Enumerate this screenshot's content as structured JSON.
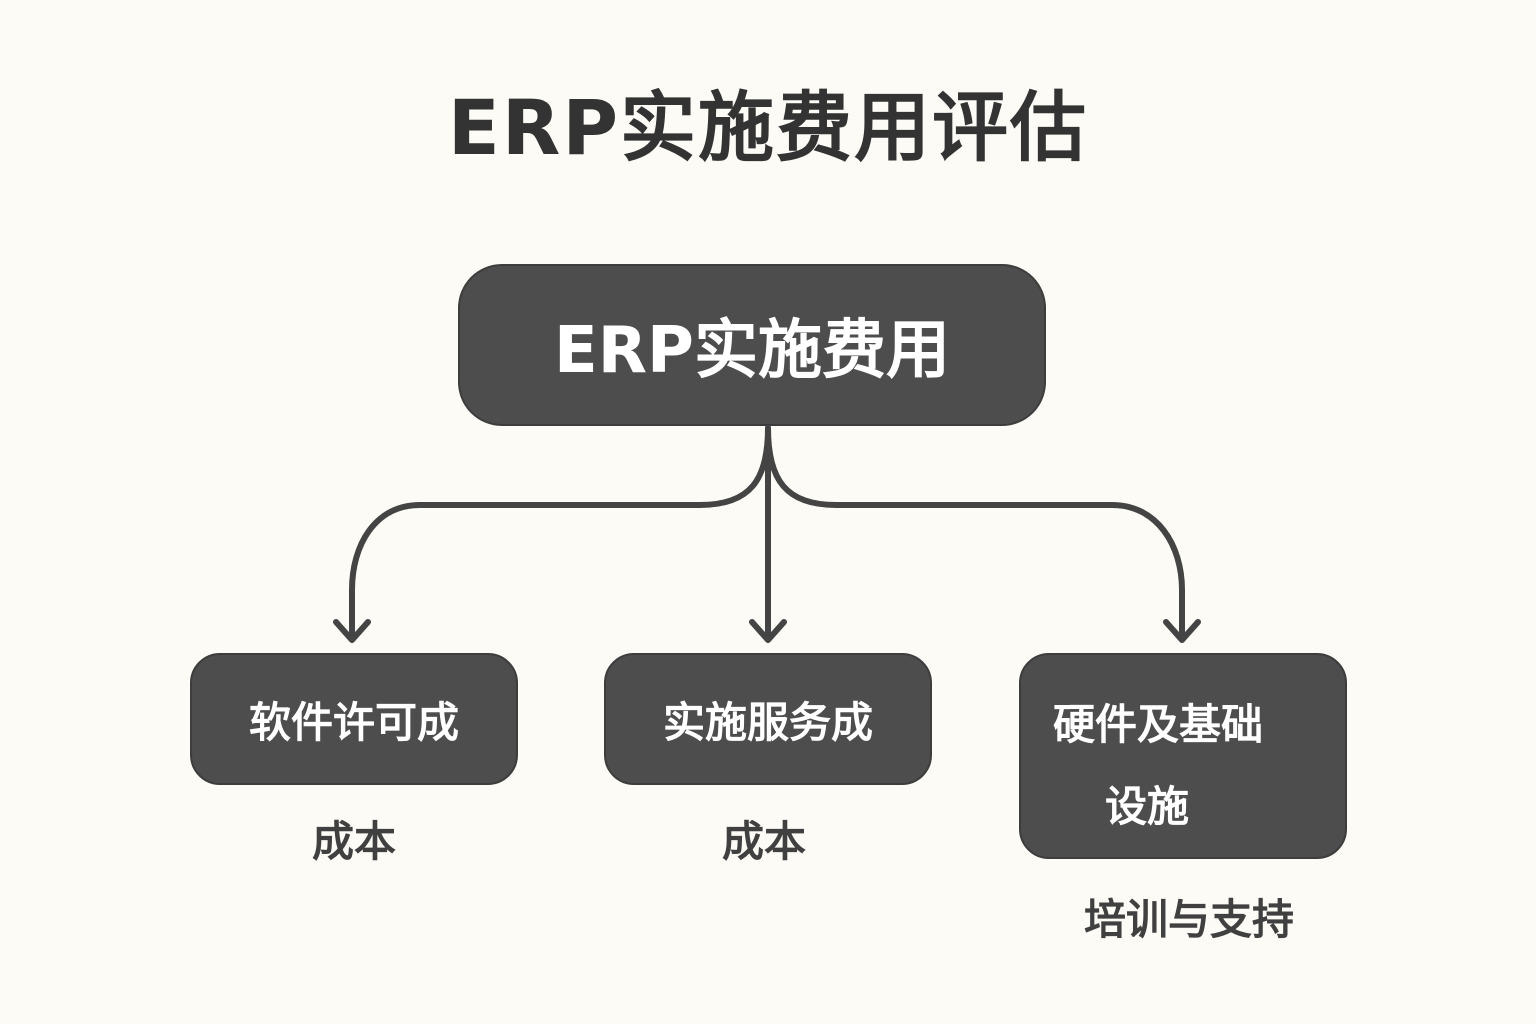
{
  "title": "ERP实施费用评估",
  "root": {
    "label": "ERP实施费用"
  },
  "children": [
    {
      "label": "软件许可成",
      "caption": "成本"
    },
    {
      "label": "实施服务成",
      "caption": "成本"
    },
    {
      "label_lines": [
        "硬件及基础",
        "设施"
      ],
      "caption": "培训与支持"
    }
  ],
  "colors": {
    "background": "#fcfbf6",
    "box": "#4d4d4d",
    "box_text": "#ffffff",
    "text": "#333333",
    "edge": "#444444"
  }
}
